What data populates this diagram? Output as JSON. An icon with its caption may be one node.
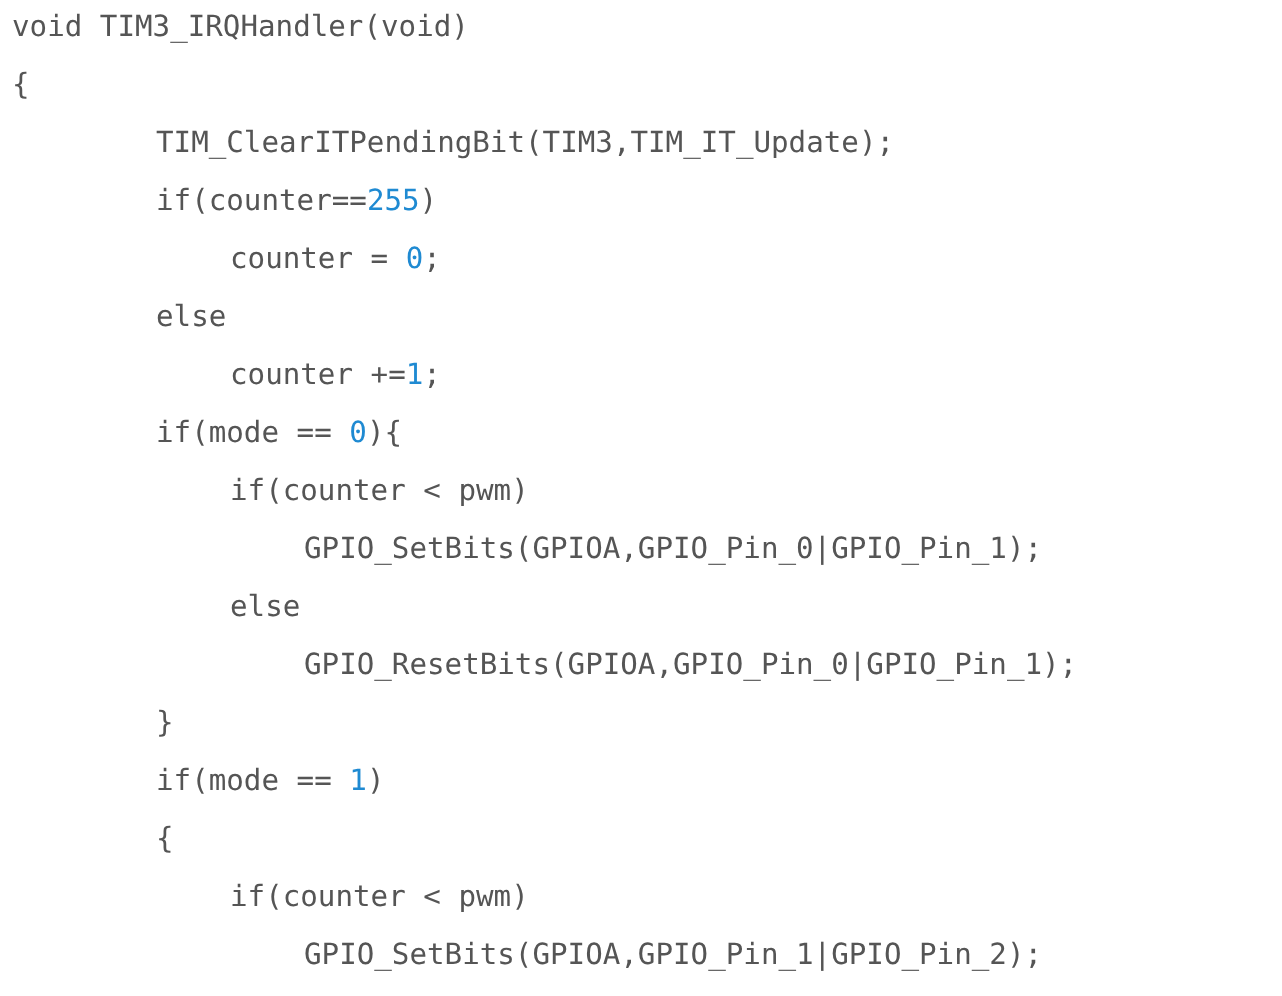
{
  "diagram": {
    "labels": [
      "void TIM3_IRQHandler(void)",
      "{",
      "TIM_ClearITPendingBit(TIM3,TIM_IT_Update);",
      "if(counter==255)",
      "counter = 0;",
      "else",
      "counter +=1;",
      "if(mode == 0){",
      "if(counter < pwm)",
      "GPIO_SetBits(GPIOA,GPIO_Pin_0|GPIO_Pin_1);",
      "else",
      "GPIO_ResetBits(GPIOA,GPIO_Pin_0|GPIO_Pin_1);",
      "}",
      "if(mode == 1)",
      "{",
      "if(counter < pwm)",
      "GPIO_SetBits(GPIOA,GPIO_Pin_1|GPIO_Pin_2);"
    ]
  }
}
